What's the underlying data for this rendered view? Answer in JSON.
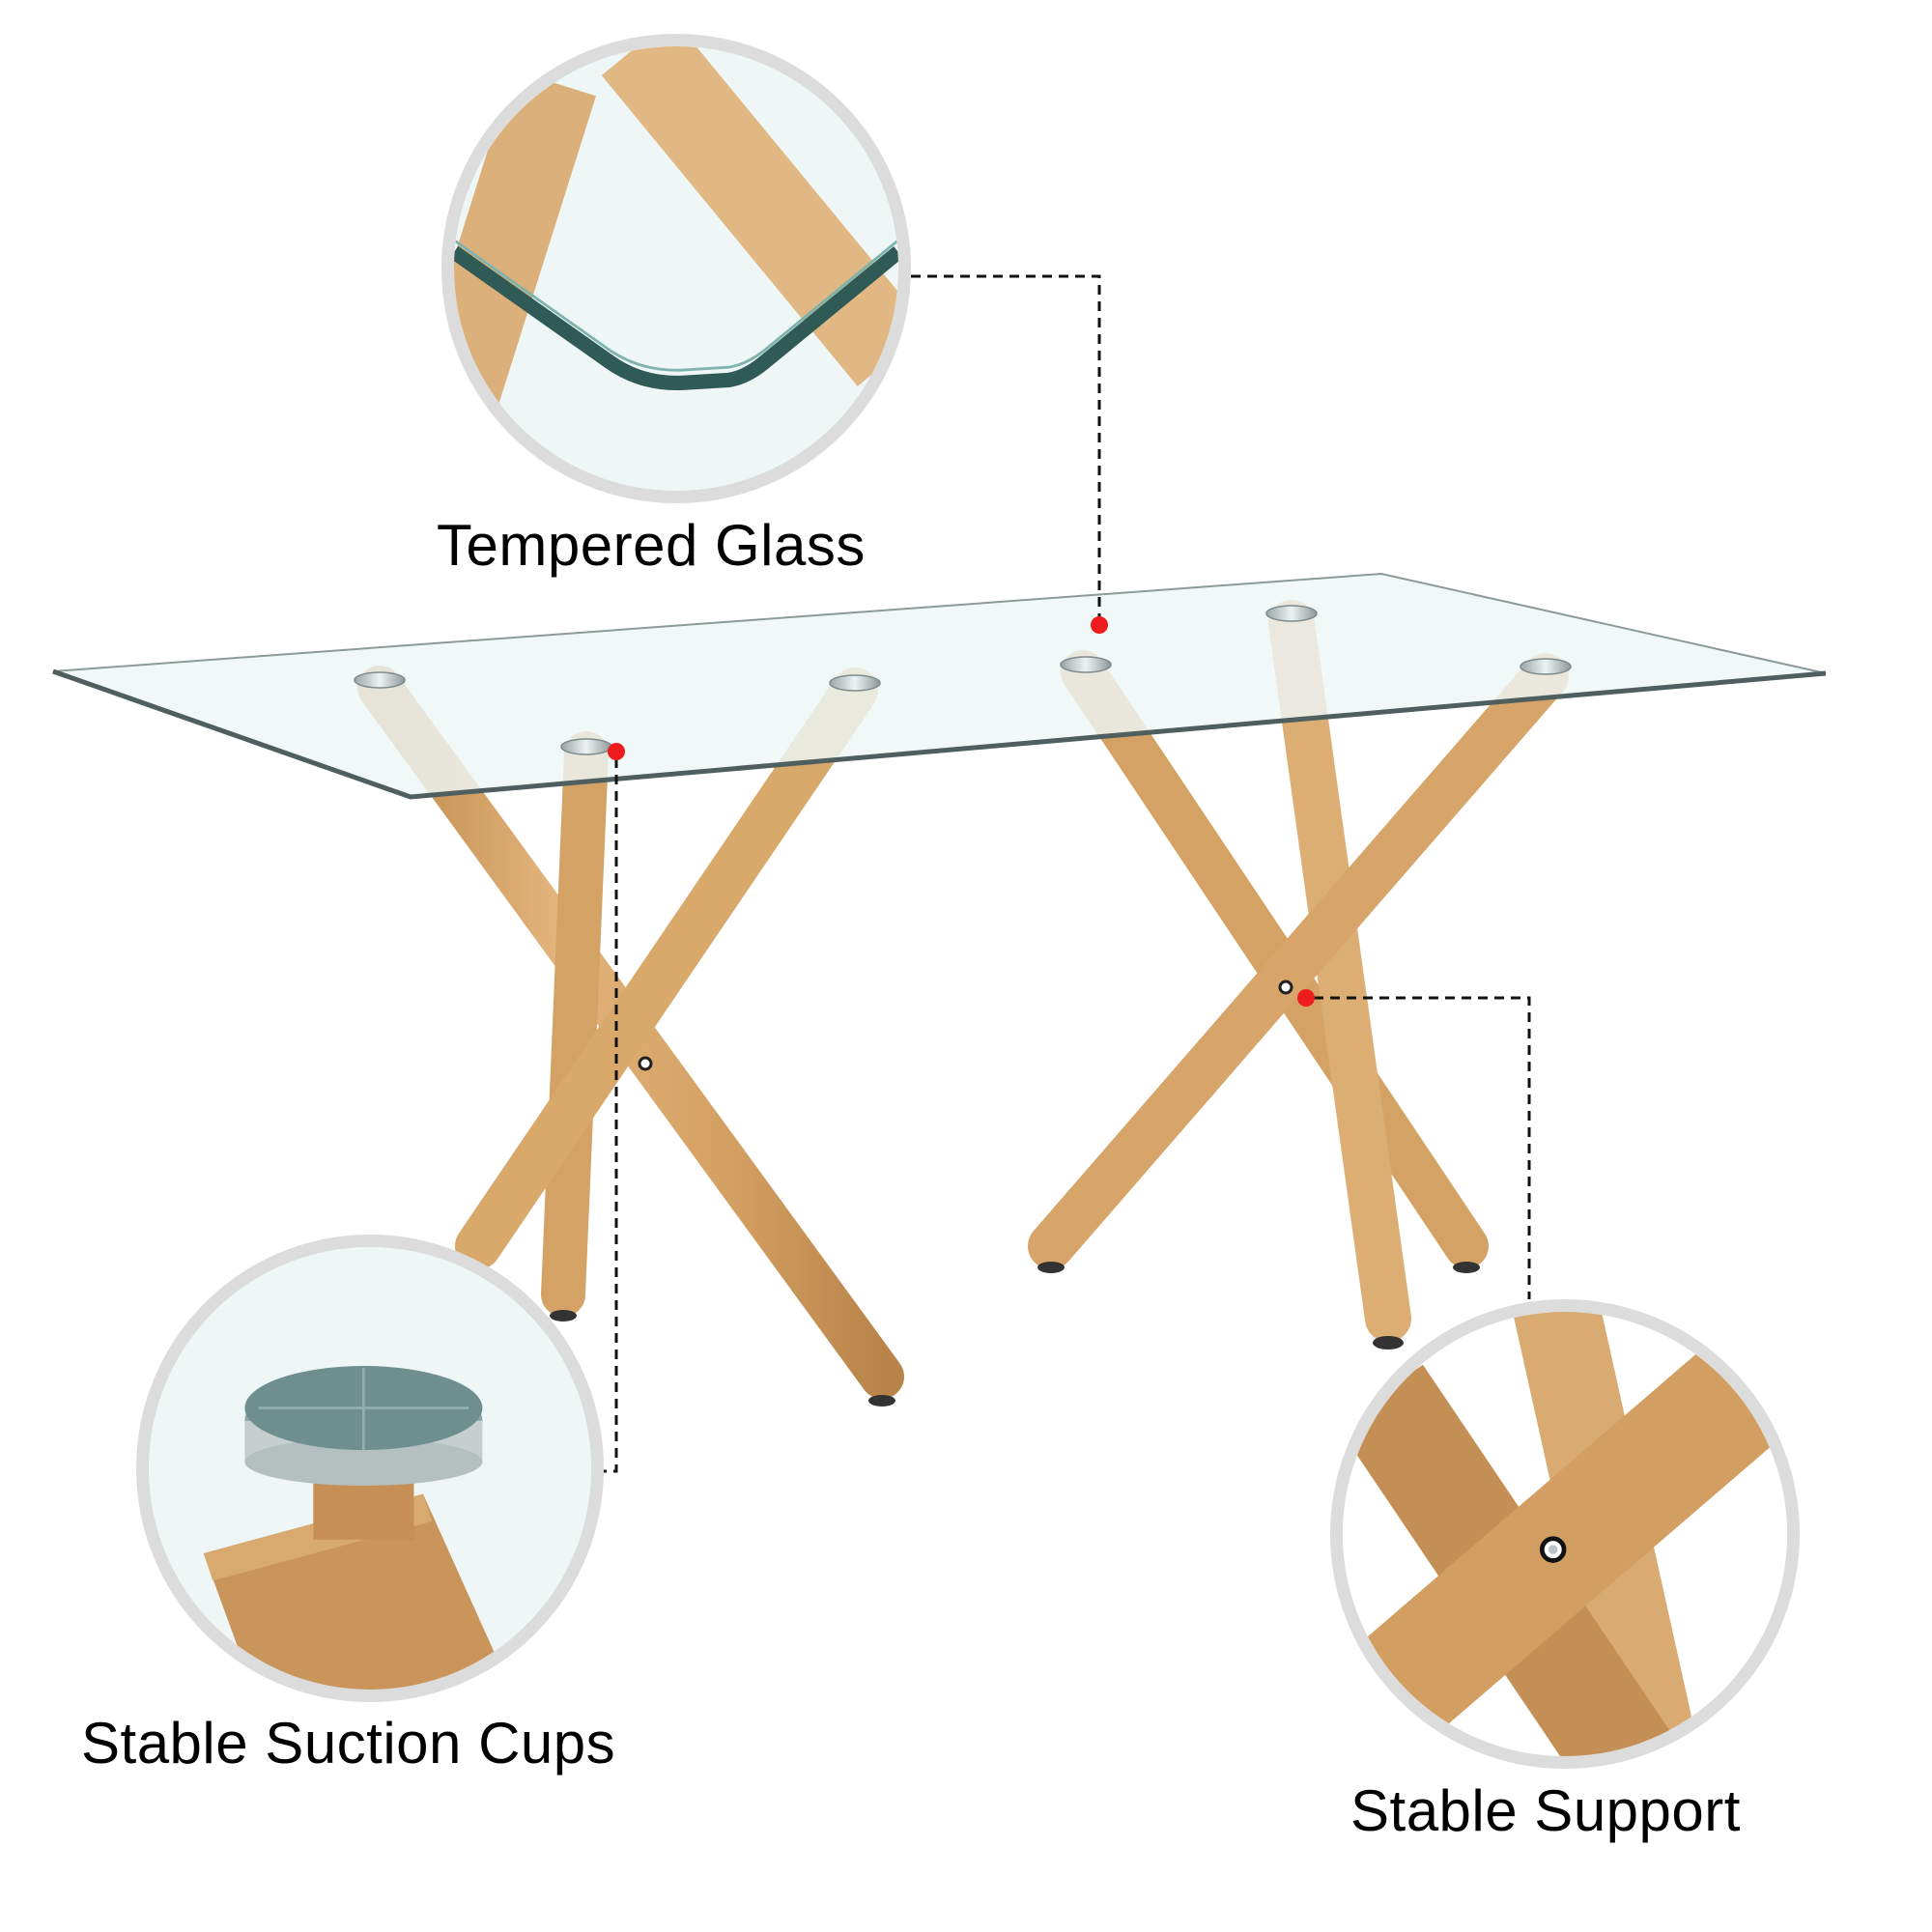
{
  "image_type": "product feature infographic",
  "product": "glass-top dining table with crossed wood-grain legs",
  "callouts": [
    {
      "id": "tempered-glass",
      "label": "Tempered Glass",
      "detail": "close-up of rounded glass tabletop corner edge"
    },
    {
      "id": "suction-cups",
      "label": "Stable Suction Cups",
      "detail": "close-up of metal suction cup mount on wood-grain leg"
    },
    {
      "id": "stable-support",
      "label": "Stable Support",
      "detail": "close-up of crossed legs joined with a screw"
    }
  ],
  "colors": {
    "wood": "#d7a56a",
    "wood_dark": "#c08a4c",
    "glass": "#eef6f6",
    "glass_edge": "#4f5f5f",
    "ring": "#dcdcdc",
    "marker": "#ee1c1c",
    "metal": "#c9d2d4"
  },
  "icons": {
    "marker": "red-dot-marker-icon",
    "leader": "dashed-leader-line"
  }
}
